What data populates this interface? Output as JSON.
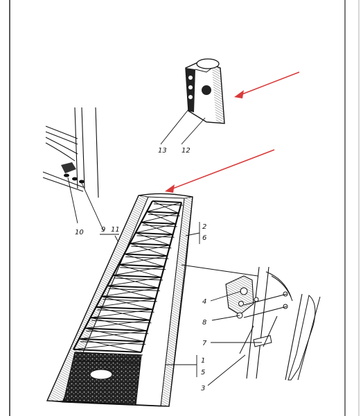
{
  "figure": {
    "arrow_color": "#d93a3a",
    "labels": {
      "l1": "1",
      "l2": "2",
      "l3": "3",
      "l4": "4",
      "l5": "5",
      "l6": "6",
      "l7": "7",
      "l8": "8",
      "l9": "9",
      "l10": "10",
      "l11": "11",
      "l12": "12",
      "l13": "13"
    }
  }
}
